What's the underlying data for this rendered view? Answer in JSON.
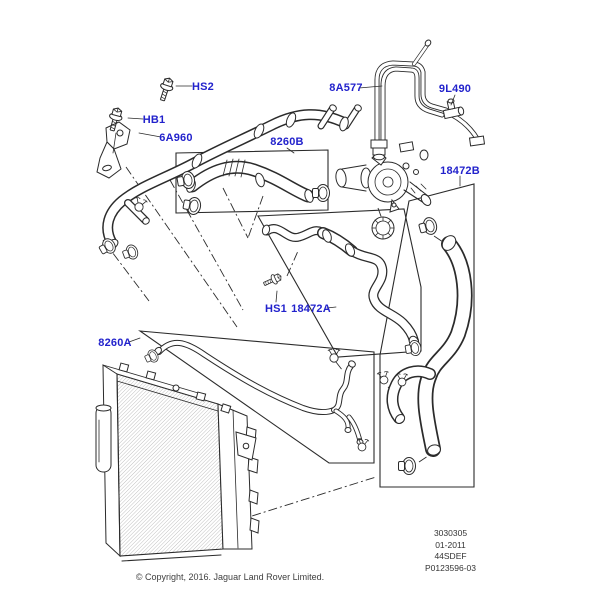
{
  "labels": {
    "hs2": "HS2",
    "hb1": "HB1",
    "p6a960": "6A960",
    "p8260b": "8260B",
    "p8a577": "8A577",
    "p9l490": "9L490",
    "p18472b": "18472B",
    "hs1": "HS1",
    "p18472a": "18472A",
    "p8260a": "8260A"
  },
  "plate": {
    "l1": "3030305",
    "l2": "01-2011",
    "l3": "44SDEF",
    "l4": "P0123596-03"
  },
  "footer": {
    "copyright": "© Copyright, 2016. Jaguar Land Rover Limited."
  },
  "colors": {
    "label_blue": "#2222cc",
    "line_dark": "#2b2b2b"
  }
}
